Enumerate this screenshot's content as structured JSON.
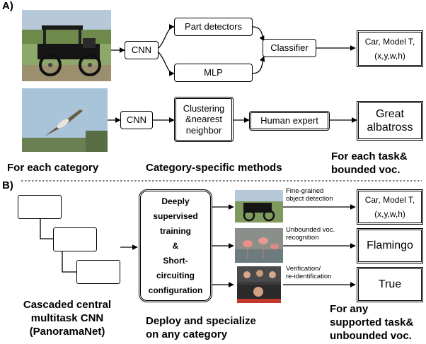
{
  "panel_a": {
    "label": "A)",
    "row1": {
      "cnn": "CNN",
      "part_detectors": "Part detectors",
      "mlp": "MLP",
      "classifier": "Classifier",
      "output_line1": "Car, Model T,",
      "output_line2": "(x,y,w,h)"
    },
    "row2": {
      "cnn": "CNN",
      "clustering_line1": "Clustering",
      "clustering_line2": "&nearest",
      "clustering_line3": "neighbor",
      "human_expert": "Human expert",
      "output_line1": "Great",
      "output_line2": "albatross"
    },
    "captions": {
      "left": "For each category",
      "middle": "Category-specific methods",
      "right_line1": "For each task&",
      "right_line2": "bounded voc."
    }
  },
  "panel_b": {
    "label": "B)",
    "center_box_lines": [
      "Deeply",
      "supervised",
      "training",
      "&",
      "Short-",
      "circuiting",
      "configuration"
    ],
    "tasks": [
      {
        "label_line1": "Fine-grained",
        "label_line2": "object detection",
        "output_line1": "Car, Model T,",
        "output_line2": "(x,y,w,h)"
      },
      {
        "label_line1": "Unbounded voc.",
        "label_line2": "recognition",
        "output_line1": "Flamingo",
        "output_line2": ""
      },
      {
        "label_line1": "Verification/",
        "label_line2": "re-identification",
        "output_line1": "True",
        "output_line2": ""
      }
    ],
    "captions": {
      "left_line1": "Cascaded central",
      "left_line2": "multitask CNN",
      "left_line3": "(PanoramaNet)",
      "middle_line1": "Deploy and specialize",
      "middle_line2": "on any category",
      "right_line1": "For any",
      "right_line2": "supported task&",
      "right_line3": "unbounded voc."
    }
  }
}
